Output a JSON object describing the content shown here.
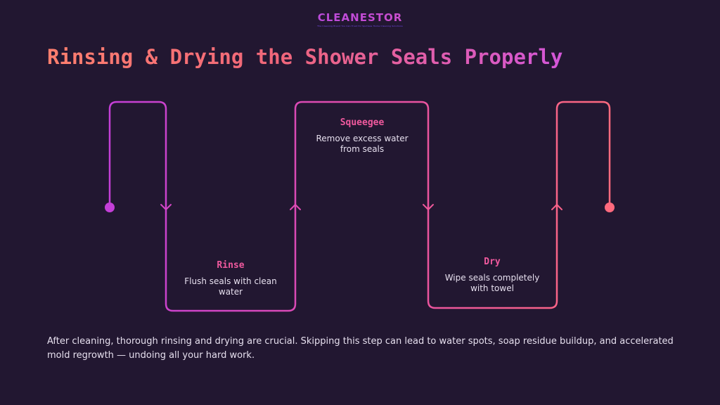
{
  "brand": {
    "name": "CLEANESTOR",
    "tagline": "The Cleaning Brand You Can Trust for Spotless Home Cleaning Solutions"
  },
  "title": "Rinsing & Drying the Shower Seals Properly",
  "steps": [
    {
      "title": "Rinse",
      "description": "Flush seals with clean water"
    },
    {
      "title": "Squeegee",
      "description": "Remove excess water from seals"
    },
    {
      "title": "Dry",
      "description": "Wipe seals completely with towel"
    }
  ],
  "footer": "After cleaning, thorough rinsing and drying are crucial. Skipping this step can lead to water spots, soap residue buildup, and accelerated mold regrowth — undoing all your hard work.",
  "colors": {
    "background": "#221731",
    "gradient_start": "#c43fd8",
    "gradient_end": "#ff6a7e",
    "step_title": "#f0599e",
    "text": "#e6dfee"
  }
}
